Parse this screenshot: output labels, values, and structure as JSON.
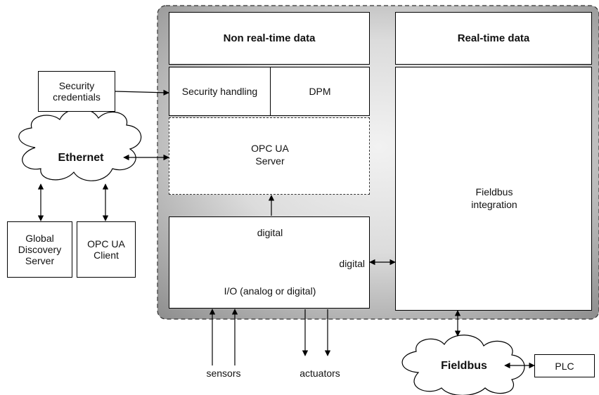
{
  "diagram": {
    "non_realtime_title": "Non real-time data",
    "realtime_title": "Real-time data",
    "security_credentials": "Security\ncredentials",
    "security_handling": "Security handling",
    "dpm": "DPM",
    "opcua_server": "OPC UA\nServer",
    "fieldbus_integration": "Fieldbus\nintegration",
    "ethernet": "Ethernet",
    "global_discovery_server": "Global\nDiscovery\nServer",
    "opcua_client": "OPC UA\nClient",
    "io_top_label": "digital",
    "io_right_label": "digital",
    "io_bottom_label": "I/O (analog or digital)",
    "sensors": "sensors",
    "actuators": "actuators",
    "fieldbus": "Fieldbus",
    "plc": "PLC"
  },
  "colors": {
    "container_fill_edge": "#8c8c8c",
    "container_fill_center": "#e6e6e6",
    "line": "#000000"
  }
}
